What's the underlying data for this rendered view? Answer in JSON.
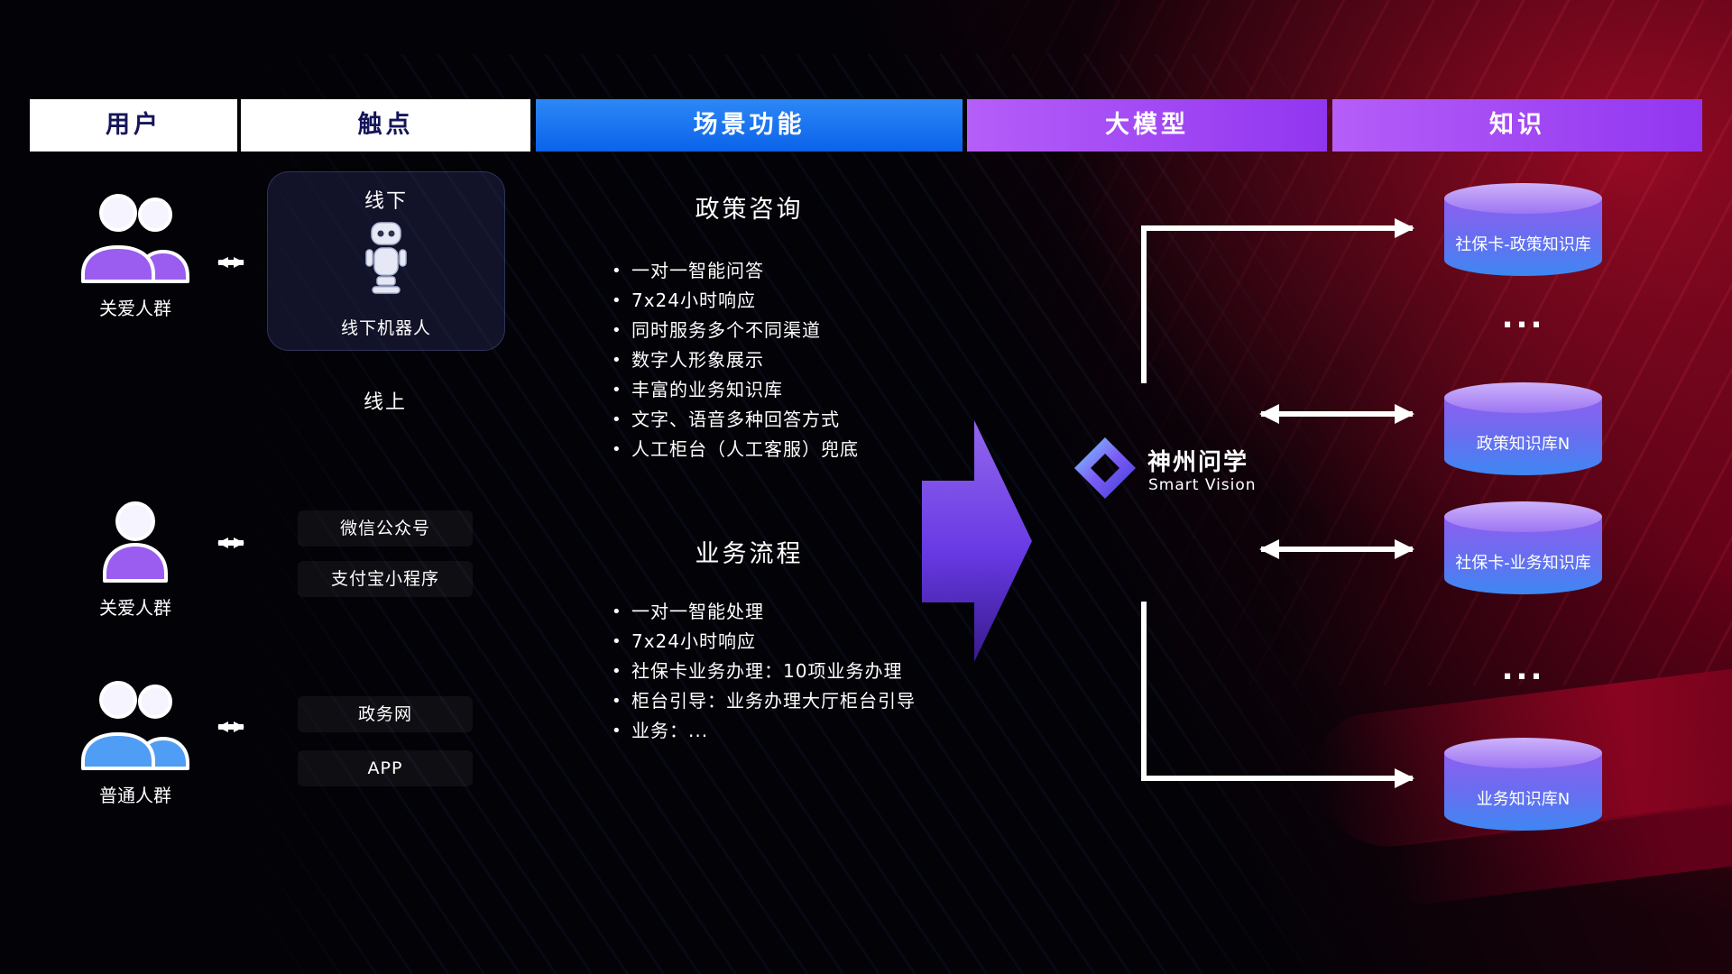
{
  "headers": [
    {
      "label": "用户"
    },
    {
      "label": "触点"
    },
    {
      "label": "场景功能"
    },
    {
      "label": "大模型"
    },
    {
      "label": "知识"
    }
  ],
  "users": [
    {
      "label": "关爱人群",
      "icon": "group-people-purple"
    },
    {
      "label": "关爱人群",
      "icon": "single-person-purple"
    },
    {
      "label": "普通人群",
      "icon": "group-people-blue"
    }
  ],
  "touchpoints": {
    "offline_title": "线下",
    "offline_robot_label": "线下机器人",
    "online_title": "线上",
    "channels": [
      "微信公众号",
      "支付宝小程序",
      "政务网",
      "APP"
    ]
  },
  "scenarios": {
    "policy": {
      "title": "政策咨询",
      "items": [
        "一对一智能问答",
        "7x24小时响应",
        "同时服务多个不同渠道",
        "数字人形象展示",
        "丰富的业务知识库",
        "文字、语音多种回答方式",
        "人工柜台（人工客服）兜底"
      ]
    },
    "business": {
      "title": "业务流程",
      "items": [
        "一对一智能处理",
        "7x24小时响应",
        "社保卡业务办理：10项业务办理",
        "柜台引导：业务办理大厅柜台引导",
        "业务：..."
      ]
    }
  },
  "model": {
    "name": "神州问学",
    "subtitle": "Smart Vision"
  },
  "knowledge": {
    "databases": [
      "社保卡-政策知识库",
      "政策知识库N",
      "社保卡-业务知识库",
      "业务知识库N"
    ],
    "ellipsis": "..."
  },
  "colors": {
    "header_blue": "#0d6ef0",
    "header_purple": "#a14ef2",
    "user_purple": "#9b5cf0",
    "user_blue": "#4f9df5",
    "arrow_white": "#ffffff",
    "cylinder_purple": "#8b5ef0",
    "cylinder_blue": "#3f86f2"
  }
}
